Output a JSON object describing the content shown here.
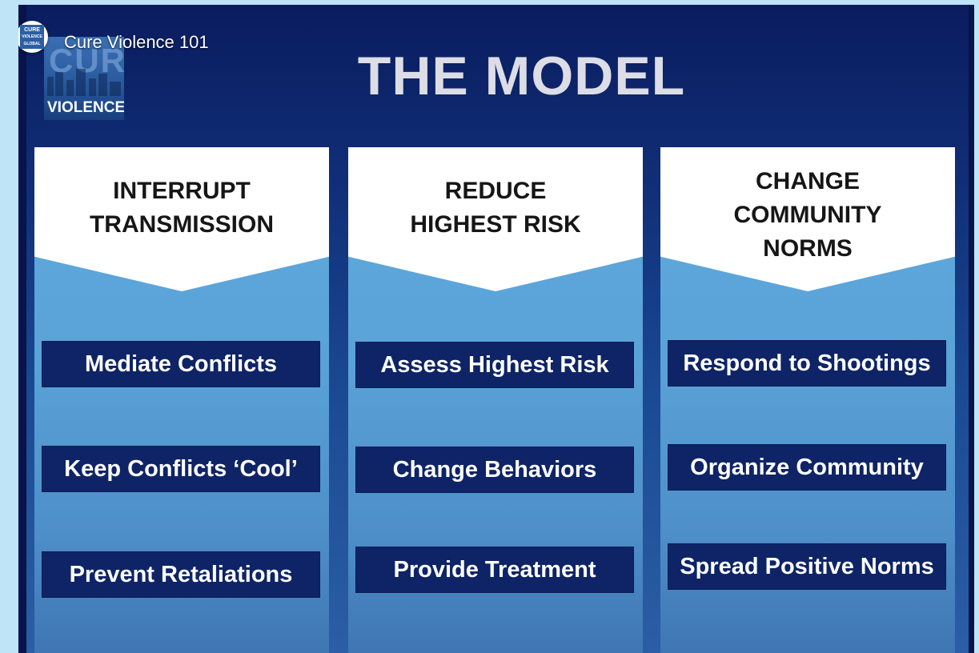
{
  "video": {
    "title": "Cure Violence 101",
    "channel_avatar_lines": [
      "CURE",
      "VIOLENCE",
      "GLOBAL"
    ]
  },
  "slide": {
    "logo_big": "CURE",
    "logo_word": "VIOLENCE",
    "title": "THE MODEL",
    "columns": [
      {
        "heading": [
          "INTERRUPT",
          "TRANSMISSION"
        ],
        "items": [
          "Mediate Conflicts",
          "Keep Conflicts ‘Cool’",
          "Prevent Retaliations"
        ]
      },
      {
        "heading": [
          "REDUCE",
          "HIGHEST RISK"
        ],
        "items": [
          "Assess Highest Risk",
          "Change Behaviors",
          "Provide Treatment"
        ]
      },
      {
        "heading": [
          "CHANGE",
          "COMMUNITY",
          "NORMS"
        ],
        "items": [
          "Respond to Shootings",
          "Organize Community",
          "Spread Positive Norms"
        ]
      }
    ]
  },
  "colors": {
    "page_background": "#bfe3f7",
    "slide_dark_blue": "#0a1c5e",
    "column_light_blue": "#5fa9dd",
    "item_box_navy": "#0e2467"
  }
}
